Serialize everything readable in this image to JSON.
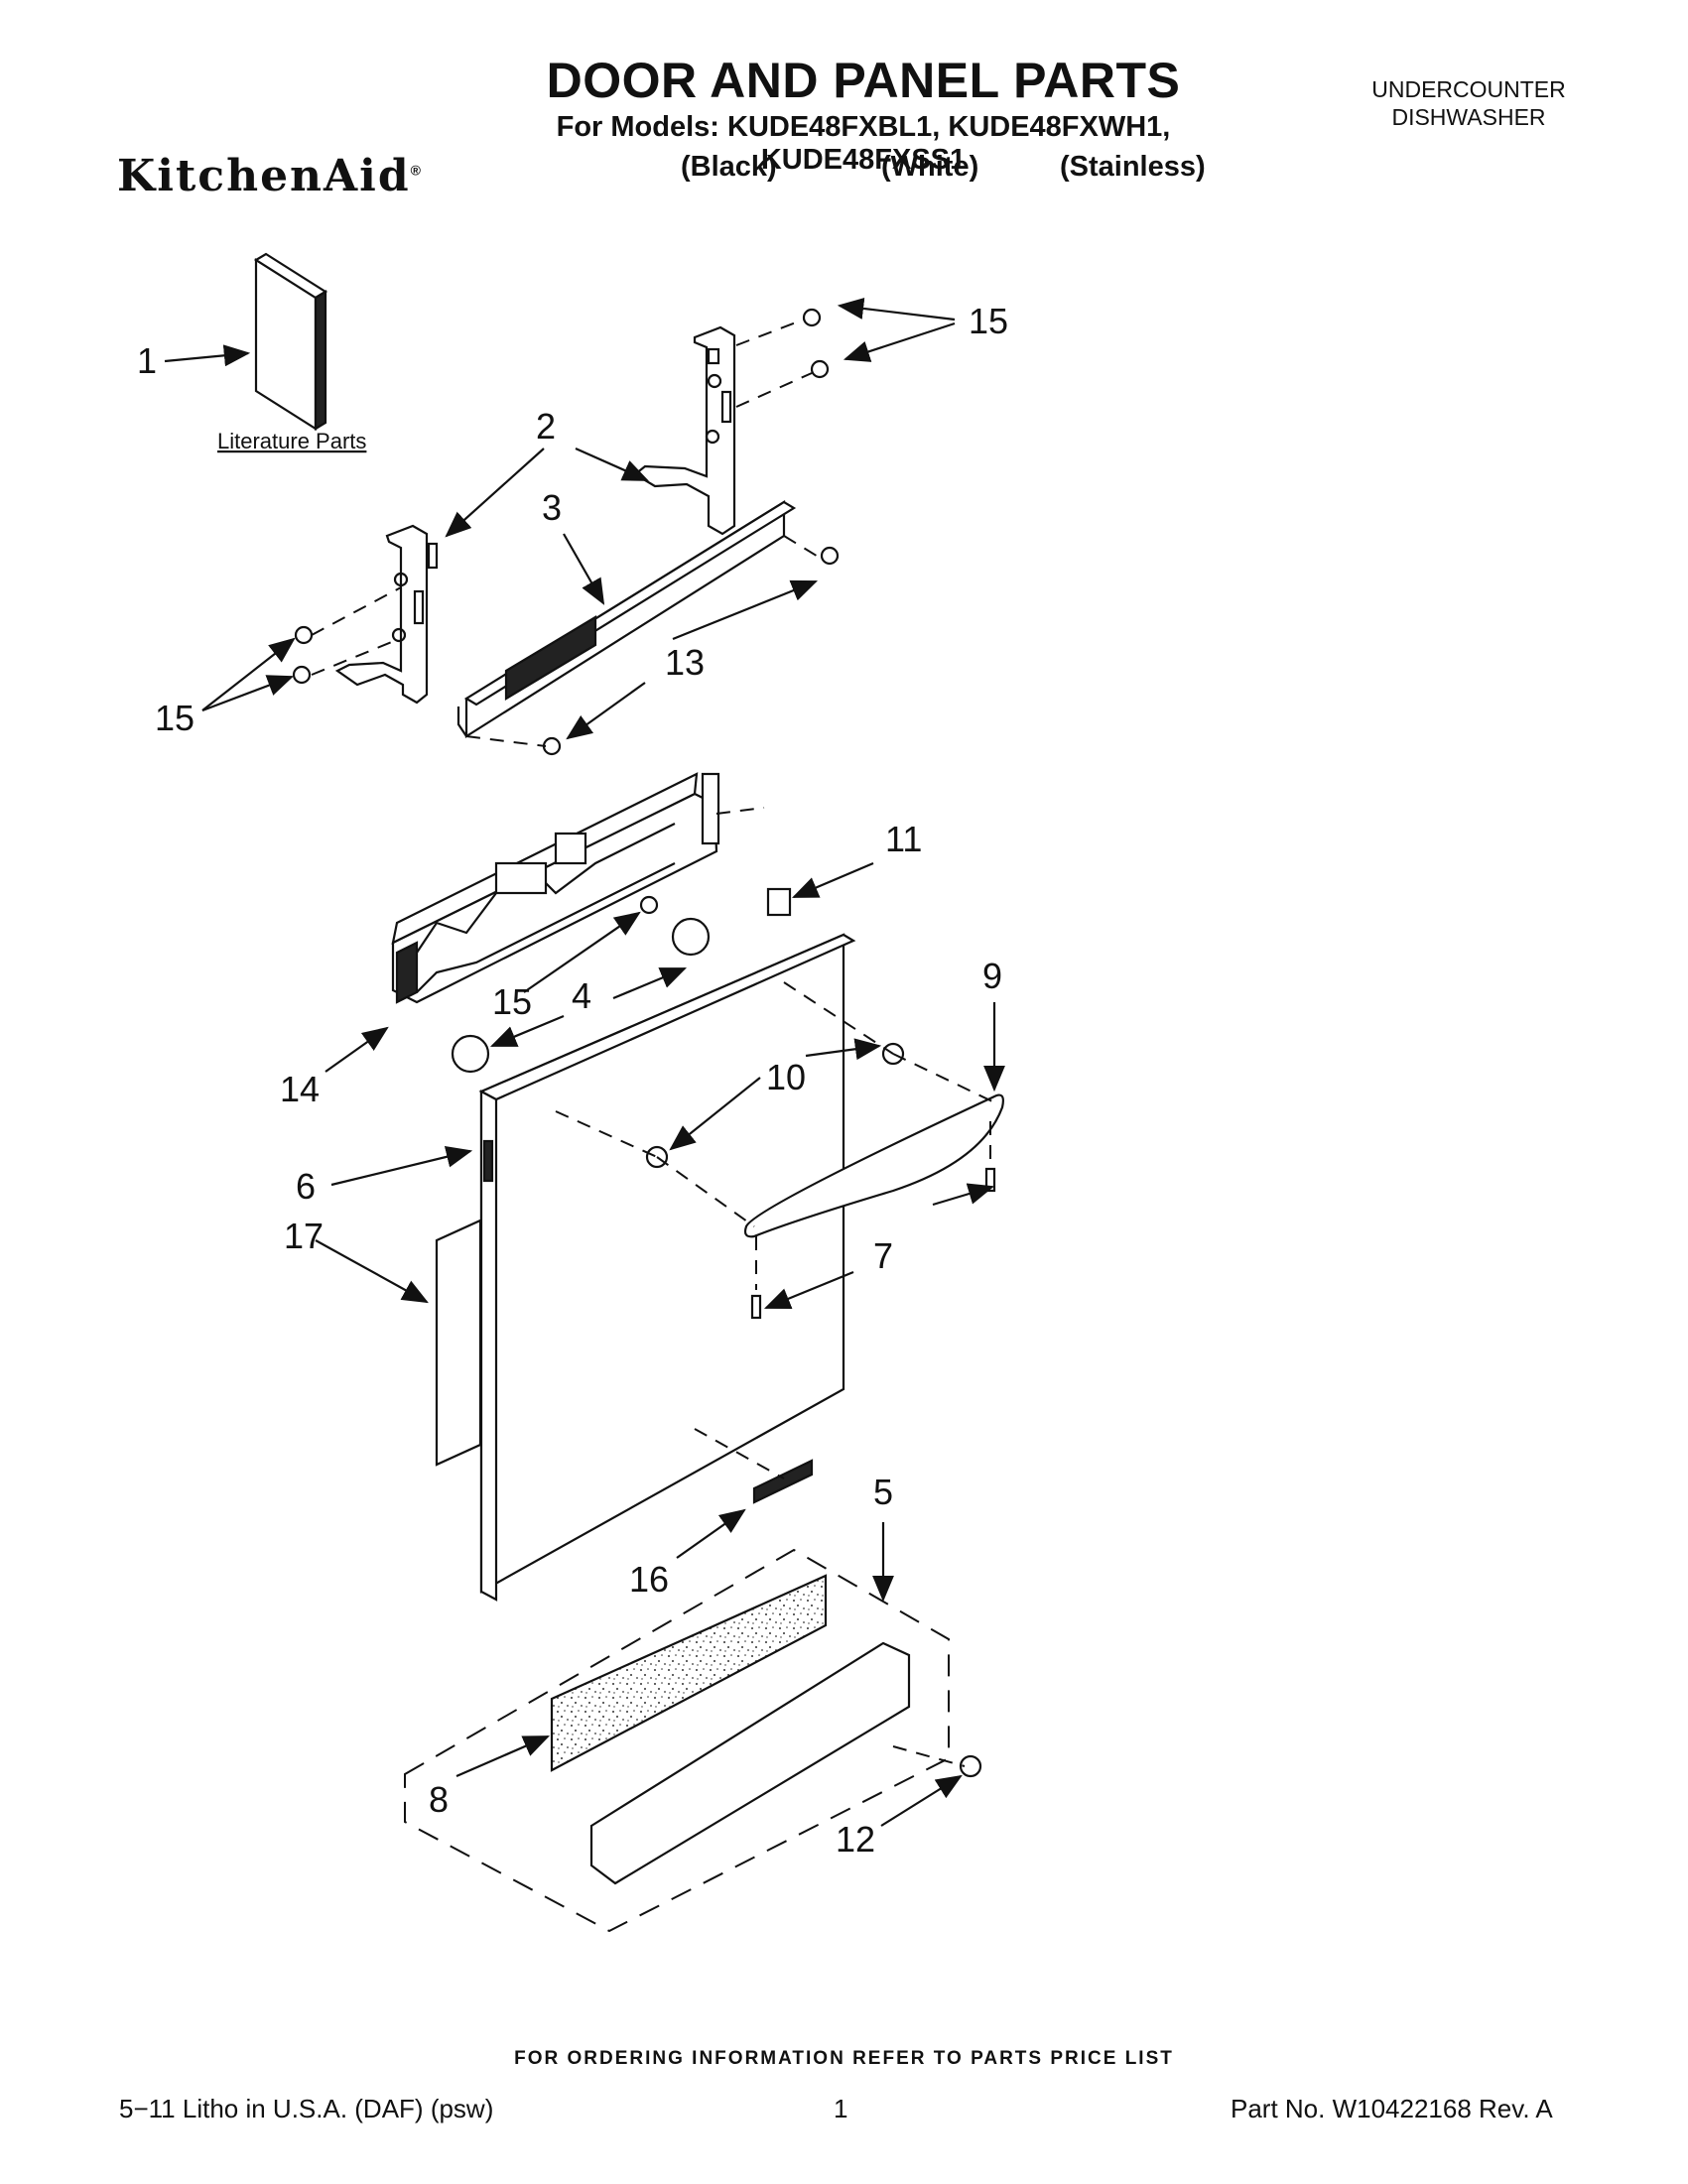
{
  "header": {
    "title": "DOOR AND PANEL PARTS",
    "models_line": "For Models: KUDE48FXBL1, KUDE48FXWH1, KUDE48FXSS1",
    "brand": "KitchenAid",
    "brand_mark": "®",
    "colors": [
      "(Black)",
      "(White)",
      "(Stainless)"
    ],
    "appliance_line1": "UNDERCOUNTER",
    "appliance_line2": "DISHWASHER"
  },
  "diagram": {
    "literature_label": "Literature Parts",
    "callouts": {
      "c1": "1",
      "c2": "2",
      "c3": "3",
      "c4": "4",
      "c5": "5",
      "c6": "6",
      "c7": "7",
      "c8": "8",
      "c9": "9",
      "c10": "10",
      "c11": "11",
      "c12": "12",
      "c13": "13",
      "c14": "14",
      "c15a": "15",
      "c15b": "15",
      "c15c": "15",
      "c16": "16",
      "c17": "17"
    }
  },
  "footer": {
    "ordering_note": "FOR ORDERING INFORMATION REFER TO PARTS PRICE LIST",
    "litho": "5−11 Litho in U.S.A. (DAF) (psw)",
    "page": "1",
    "part_no": "Part No. W10422168 Rev. A"
  }
}
